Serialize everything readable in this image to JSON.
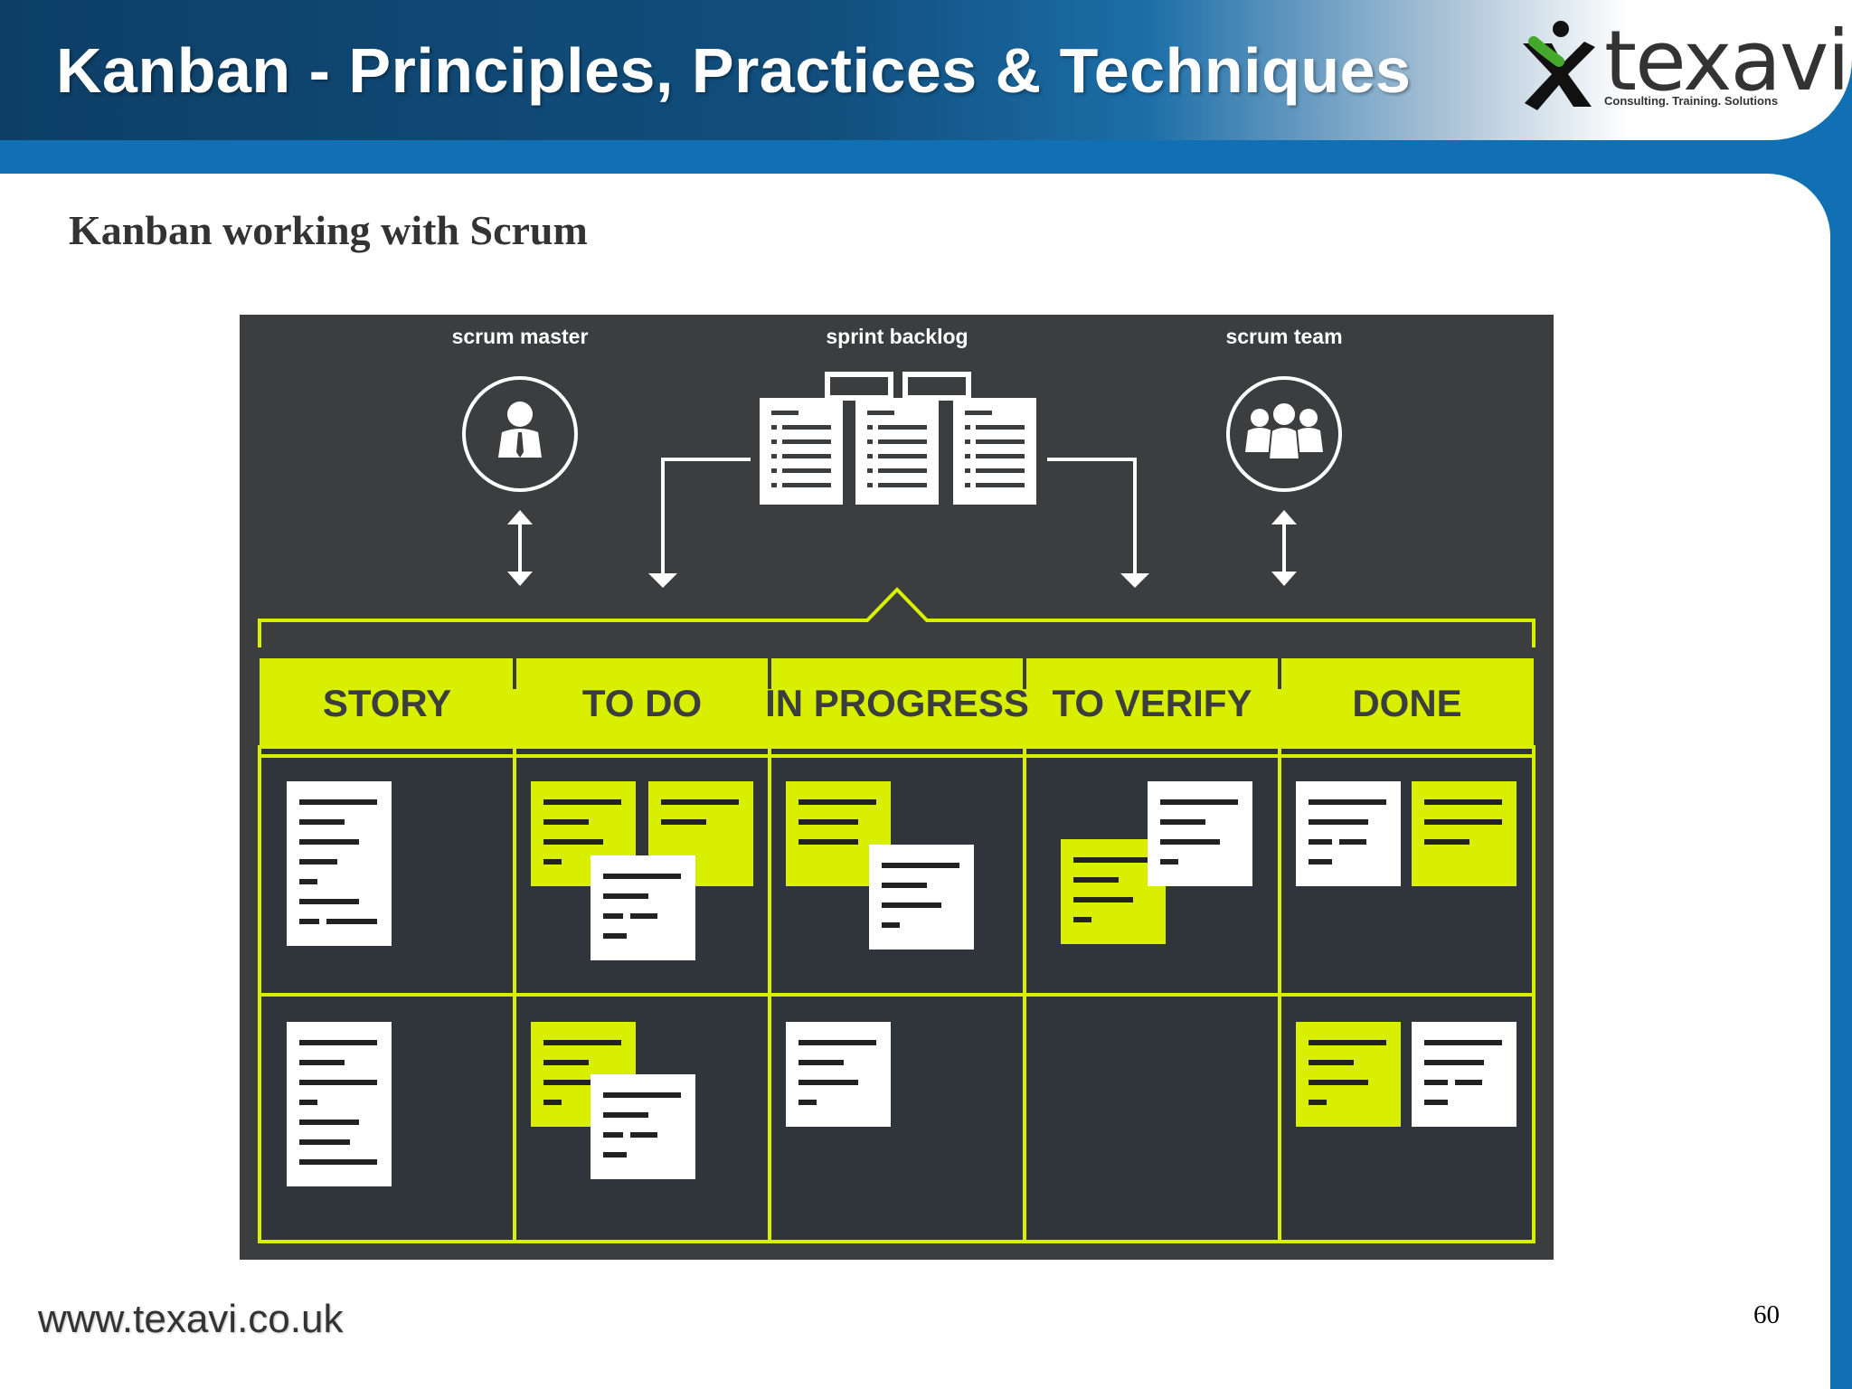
{
  "header": {
    "title": "Kanban - Principles, Practices & Techniques",
    "logo": {
      "word": "texavi",
      "tagline": "Consulting. Training. Solutions"
    }
  },
  "subtitle": "Kanban working with Scrum",
  "diagram": {
    "roles": [
      {
        "label": "scrum master",
        "icon": "person-icon"
      },
      {
        "label": "sprint backlog",
        "icon": "documents-icon"
      },
      {
        "label": "scrum team",
        "icon": "group-icon"
      }
    ],
    "columns": [
      "STORY",
      "TO DO",
      "IN PROGRESS",
      "TO VERIFY",
      "DONE"
    ],
    "colors": {
      "board_bg": "#3b3d3f",
      "accent": "#d8f000",
      "card": "#ffffff",
      "line": "#222222"
    }
  },
  "footer": {
    "url": "www.texavi.co.uk",
    "page_number": "60"
  }
}
